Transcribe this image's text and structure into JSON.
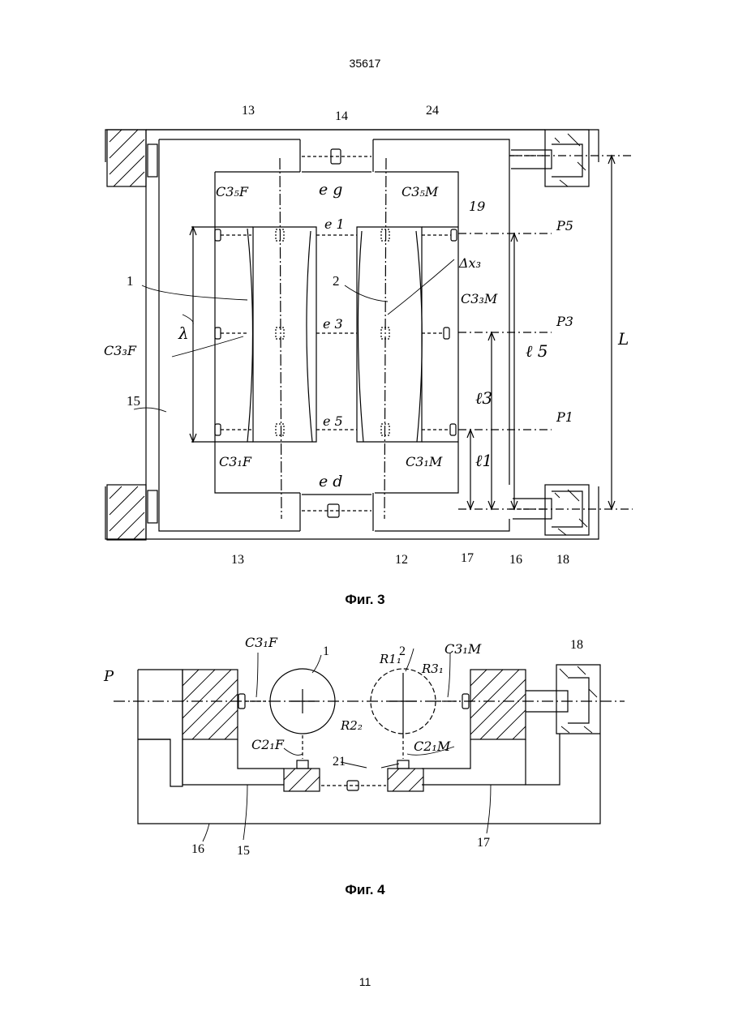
{
  "header": {
    "doc_number": "35617"
  },
  "footer": {
    "page_number": "11"
  },
  "figure3": {
    "caption": "Фиг. 3",
    "labels": {
      "n13_top": "13",
      "n14": "14",
      "n24": "24",
      "n19": "19",
      "n1": "1",
      "n2": "2",
      "n15": "15",
      "n13_bottom": "13",
      "n12": "12",
      "n17": "17",
      "n16": "16",
      "n18": "18",
      "eg": "e g",
      "e1": "e 1",
      "e3": "e 3",
      "e5": "e 5",
      "ed": "e d",
      "c35f": "C3₅F",
      "c35m": "C3₅M",
      "c33m": "C3₃M",
      "c33f": "C3₃F",
      "c31f": "C3₁F",
      "c31m": "C3₁M",
      "dx3": "Δx₃",
      "lambda": "λ",
      "p5": "P5",
      "p3": "P3",
      "p1": "P1",
      "l5": "ℓ 5",
      "l3": "ℓ3",
      "l1": "ℓ1",
      "L": "L"
    }
  },
  "figure4": {
    "caption": "Фиг. 4",
    "labels": {
      "c31f": "C3₁F",
      "n1": "1",
      "n2": "2",
      "r11": "R1₁",
      "r31": "R3₁",
      "c31m": "C3₁M",
      "n18": "18",
      "P": "P",
      "r22": "R2₂",
      "c21f": "C2₁F",
      "c21m": "C2₁M",
      "n21": "21",
      "n16": "16",
      "n15": "15",
      "n17": "17"
    }
  }
}
